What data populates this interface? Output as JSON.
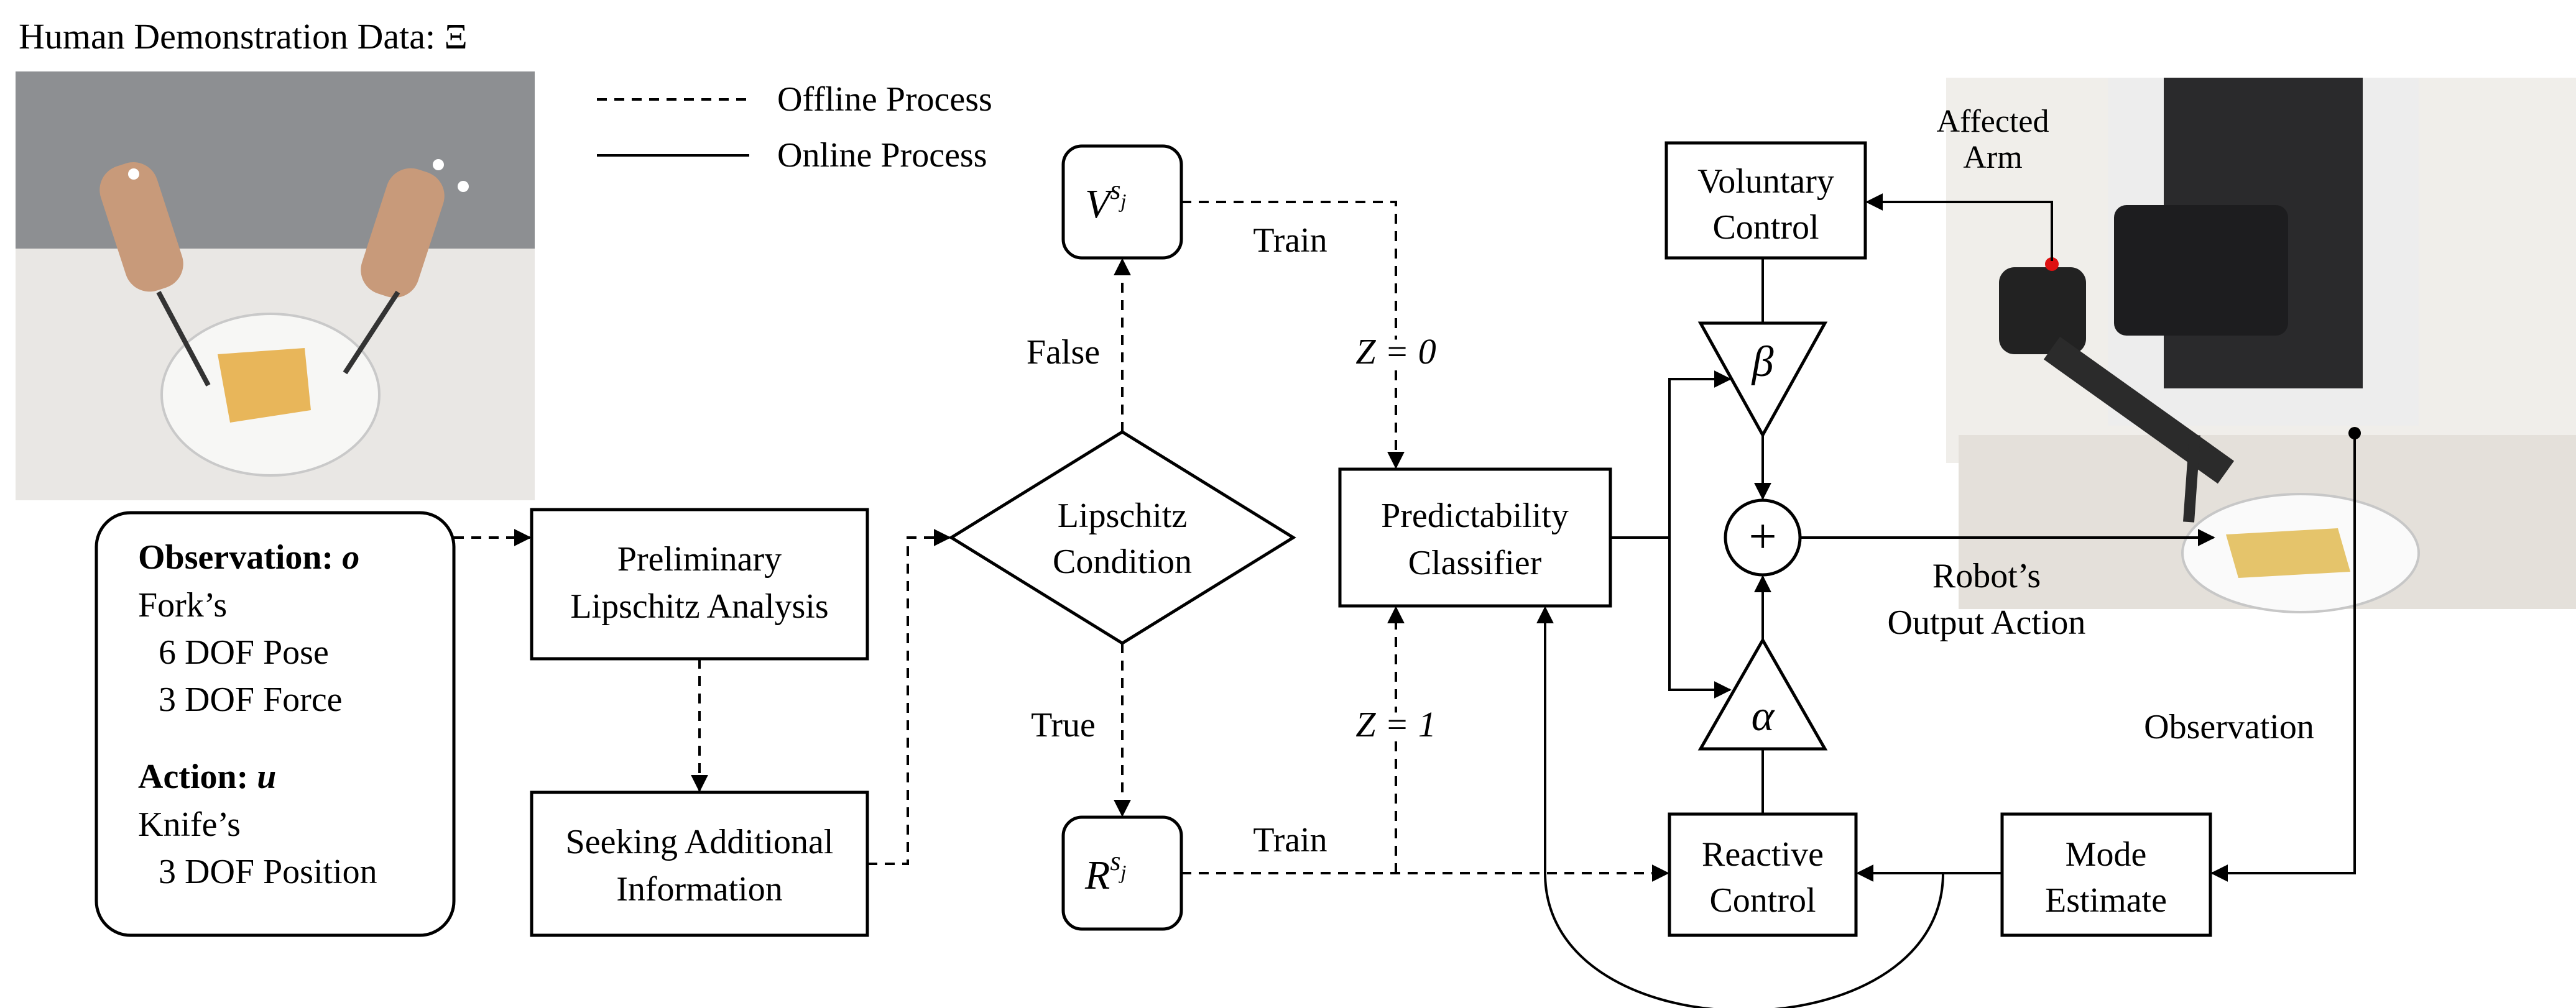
{
  "header": {
    "title": "Human Demonstration Data: Ξ"
  },
  "legend": {
    "offline": "Offline Process",
    "online": "Online Process"
  },
  "observation_box": {
    "obs_label": "Observation:",
    "obs_symbol": "o",
    "obs_item_title": "Fork’s",
    "obs_items": [
      "6 DOF Pose",
      "3 DOF Force"
    ],
    "act_label": "Action:",
    "act_symbol": "u",
    "act_item_title": "Knife’s",
    "act_items": [
      "3 DOF Position"
    ]
  },
  "nodes": {
    "preliminary": [
      "Preliminary",
      "Lipschitz Analysis"
    ],
    "seeking": [
      "Seeking Additional",
      "Information"
    ],
    "lipschitz": [
      "Lipschitz",
      "Condition"
    ],
    "v_node": {
      "base": "V",
      "sup": "s",
      "sub": "j"
    },
    "r_node": {
      "base": "R",
      "sup": "s",
      "sub": "j"
    },
    "classifier": [
      "Predictability",
      "Classifier"
    ],
    "voluntary": [
      "Voluntary",
      "Control"
    ],
    "reactive": [
      "Reactive",
      "Control"
    ],
    "mode": [
      "Mode",
      "Estimate"
    ],
    "beta": "β",
    "alpha": "α",
    "sum": "+"
  },
  "edge_labels": {
    "false": "False",
    "true": "True",
    "train_top": "Train",
    "train_bottom": "Train",
    "z0": "Z = 0",
    "z1": "Z = 1",
    "affected_arm": [
      "Affected",
      "Arm"
    ],
    "robot_output": [
      "Robot’s",
      "Output Action"
    ],
    "observation": "Observation"
  }
}
